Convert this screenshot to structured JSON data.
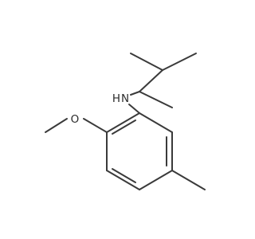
{
  "diagram": {
    "type": "skeletal-structure",
    "colors": {
      "bond": "#3a3a3a",
      "label": "#2b2b2b",
      "background": "#ffffff"
    },
    "atoms": {
      "nitrogen": "N",
      "hydrogen": "H",
      "oxygen": "O"
    }
  }
}
